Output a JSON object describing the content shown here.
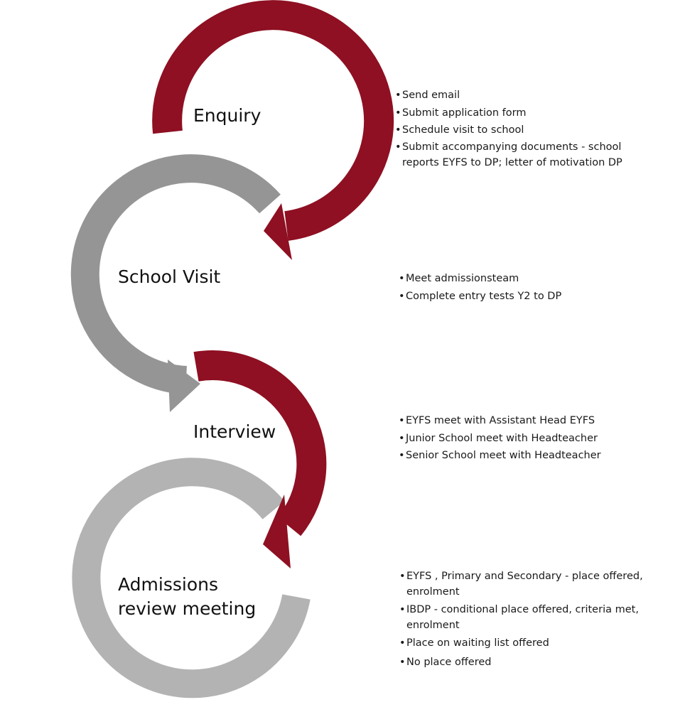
{
  "colors": {
    "enquiry": "#8e1022",
    "school_visit": "#959595",
    "interview": "#8e1022",
    "admissions": "#b3b3b3"
  },
  "stages": [
    {
      "label": "Enquiry",
      "items": [
        "Send email",
        "Submit application form",
        "Schedule visit to school",
        "Submit accompanying documents - school reports EYFS to DP; letter of motivation DP"
      ]
    },
    {
      "label": "School Visit",
      "items": [
        "Meet  admissionsteam",
        "Complete  entry tests Y2 to DP"
      ]
    },
    {
      "label": "Interview",
      "items": [
        "EYFS meet  with Assistant Head EYFS",
        "Junior School meet  with Headteacher",
        "Senior School meet  with Headteacher"
      ]
    },
    {
      "label_line1": "Admissions",
      "label_line2": "review  meeting",
      "items": [
        "EYFS , Primary and Secondary - place offered, enrolment",
        "IBDP - conditional place offered, criteria met, enrolment",
        "Place on waiting list offered",
        "No place offered"
      ]
    }
  ]
}
